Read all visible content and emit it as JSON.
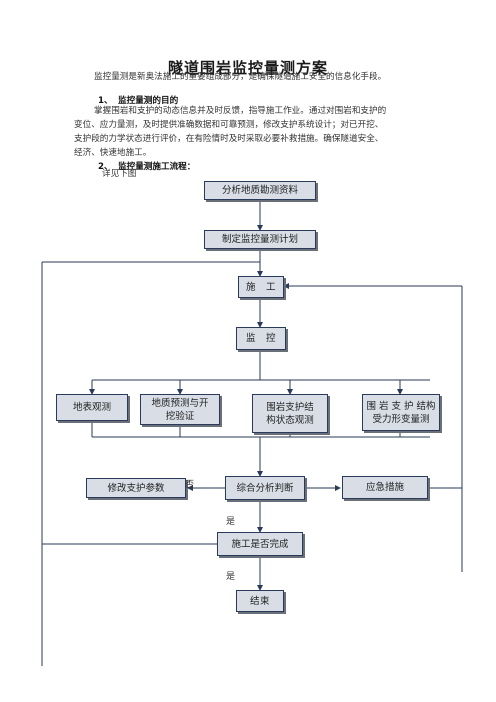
{
  "document": {
    "title": "隧道围岩监控量测方案",
    "intro": "监控量测是新奥法施工的重要组成部分，是确保隧道施工安全的信息化手段。",
    "section1": {
      "number": "1、",
      "heading": "监控量测的目的",
      "text_line1": "掌握围岩和支护的动态信息并及时反馈，指导施工作业。通过对围岩和支护的",
      "text_line2": "变位、应力量测，及时提供准确数据和可靠预测，修改支护系统设计；对已开挖、",
      "text_line3": "支护段的力学状态进行评价，在有险情时及时采取必要补救措施。确保隧道安全、",
      "text_line4": "经济、快速地施工。"
    },
    "section2": {
      "number": "2、",
      "heading": "监控量测施工流程：",
      "note": "详见下图"
    }
  },
  "flowchart": {
    "step_analyze": "分析地质勘测资料",
    "step_plan": "制定监控量测计划",
    "step_construct": "施　工",
    "step_monitor": "监　控",
    "obs_surface": "地表观测",
    "obs_geology_l1": "地质预测与开",
    "obs_geology_l2": "挖验证",
    "obs_support_l1": "围岩支护结",
    "obs_support_l2": "构状态观测",
    "obs_stress_l1": "围 岩 支 护 结构",
    "obs_stress_l2": "受力形变量测",
    "step_modify": "修改支护参数",
    "step_judge": "综合分析判断",
    "step_emergency": "应急措施",
    "step_complete": "施工是否完成",
    "step_end": "结束",
    "label_no": "否",
    "label_yes1": "是",
    "label_yes2": "是"
  }
}
